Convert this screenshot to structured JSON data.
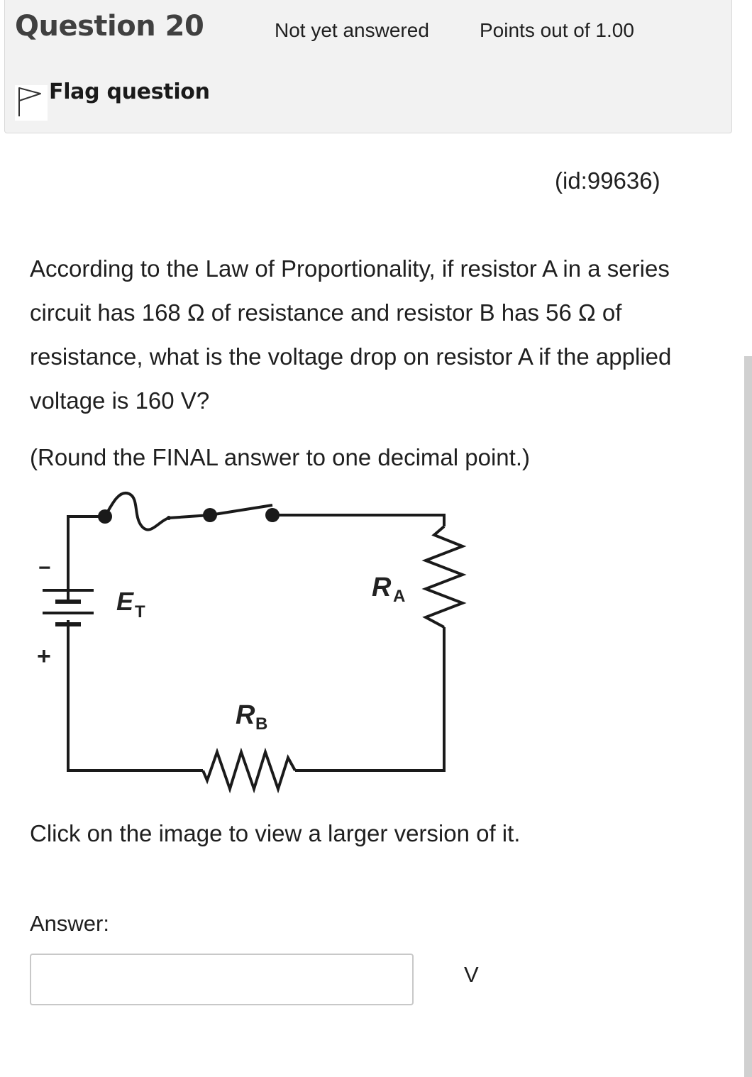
{
  "question": {
    "title": "Question 20",
    "state": "Not yet answered",
    "grade": "Points out of 1.00",
    "flag_label": "Flag question",
    "id_text": "(id:99636)",
    "text": "According to the Law of Proportionality, if resistor A in a series circuit has 168 Ω of resistance and resistor B has 56 Ω of resistance, what is the voltage drop on resistor A if the applied voltage is 160 V?",
    "rounding_note": "(Round the FINAL answer to one decimal point.)",
    "image_note": "Click on the image to view a larger version of it."
  },
  "circuit": {
    "source_label": "E",
    "source_sub": "T",
    "resistor_a_label": "R",
    "resistor_a_sub": "A",
    "resistor_b_label": "R",
    "resistor_b_sub": "B",
    "minus_sign": "−",
    "plus_sign": "+"
  },
  "answer": {
    "label": "Answer:",
    "value": "",
    "unit": "V"
  }
}
